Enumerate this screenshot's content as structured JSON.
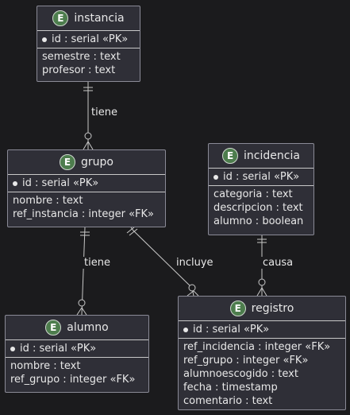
{
  "entities": {
    "instancia": {
      "name": "instancia",
      "icon": "entity-e-icon",
      "pk": "id : serial «PK»",
      "fields": [
        "semestre : text",
        "profesor : text"
      ]
    },
    "grupo": {
      "name": "grupo",
      "icon": "entity-e-icon",
      "pk": "id : serial «PK»",
      "fields": [
        "nombre : text",
        "ref_instancia : integer «FK»"
      ]
    },
    "alumno": {
      "name": "alumno",
      "icon": "entity-e-icon",
      "pk": "id : serial «PK»",
      "fields": [
        "nombre : text",
        "ref_grupo : integer «FK»"
      ]
    },
    "incidencia": {
      "name": "incidencia",
      "icon": "entity-e-icon",
      "pk": "id : serial «PK»",
      "fields": [
        "categoria : text",
        "descripcion : text",
        "alumno : boolean"
      ]
    },
    "registro": {
      "name": "registro",
      "icon": "entity-e-icon",
      "pk": "id : serial «PK»",
      "fields": [
        "ref_incidencia : integer «FK»",
        "ref_grupo : integer «FK»",
        "alumnoescogido : text",
        "fecha : timestamp",
        "comentario : text"
      ]
    }
  },
  "badge_letter": "E",
  "relations": [
    {
      "from": "instancia",
      "to": "grupo",
      "label": "tiene"
    },
    {
      "from": "grupo",
      "to": "alumno",
      "label": "tiene"
    },
    {
      "from": "grupo",
      "to": "registro",
      "label": "incluye"
    },
    {
      "from": "incidencia",
      "to": "registro",
      "label": "causa"
    }
  ],
  "colors": {
    "background": "#1b1b1d",
    "entity_fill": "#2f2f37",
    "entity_border": "#8a8a96",
    "badge": "#4d7d4d",
    "line": "#c8c8c8",
    "text": "#e8e8e8"
  }
}
